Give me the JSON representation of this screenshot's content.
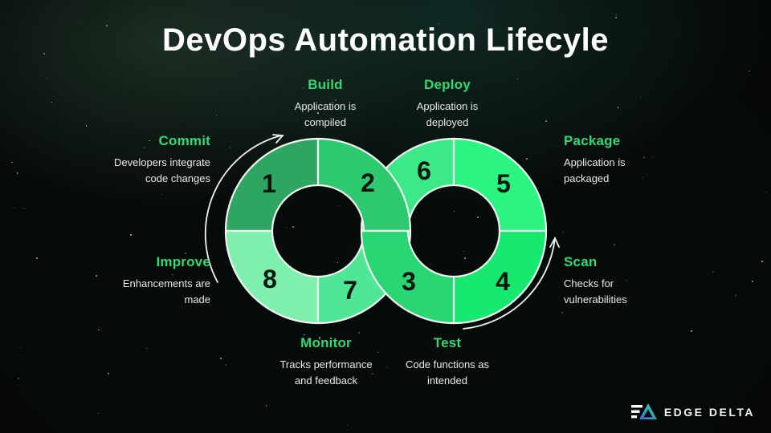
{
  "title": "DevOps Automation Lifecyle",
  "stages": {
    "commit": {
      "label": "Commit",
      "line1": "Developers integrate",
      "line2": "code changes"
    },
    "build": {
      "label": "Build",
      "line1": "Application is",
      "line2": "compiled"
    },
    "deploy": {
      "label": "Deploy",
      "line1": "Application is",
      "line2": "deployed"
    },
    "package": {
      "label": "Package",
      "line1": "Application is",
      "line2": "packaged"
    },
    "scan": {
      "label": "Scan",
      "line1": "Checks for",
      "line2": "vulnerabilities"
    },
    "test": {
      "label": "Test",
      "line1": "Code functions as",
      "line2": "intended"
    },
    "monitor": {
      "label": "Monitor",
      "line1": "Tracks performance",
      "line2": "and feedback"
    },
    "improve": {
      "label": "Improve",
      "line1": "Enhancements are",
      "line2": "made"
    }
  },
  "segments": {
    "s1": {
      "number": "1",
      "color": "#2ea561"
    },
    "s2": {
      "number": "2",
      "color": "#2cc96e"
    },
    "s3": {
      "number": "3",
      "color": "#29d671"
    },
    "s4": {
      "number": "4",
      "color": "#16e870"
    },
    "s5": {
      "number": "5",
      "color": "#2cf480"
    },
    "s6": {
      "number": "6",
      "color": "#3bea86"
    },
    "s7": {
      "number": "7",
      "color": "#4fe795"
    },
    "s8": {
      "number": "8",
      "color": "#7eefad"
    }
  },
  "colors": {
    "heading_green": "#2edb76",
    "body_text": "#e7ebe7",
    "background": "#040706",
    "number_text": "#0b140f",
    "arrow": "#eef3ee"
  },
  "logo": {
    "text": "EDGE DELTA"
  }
}
